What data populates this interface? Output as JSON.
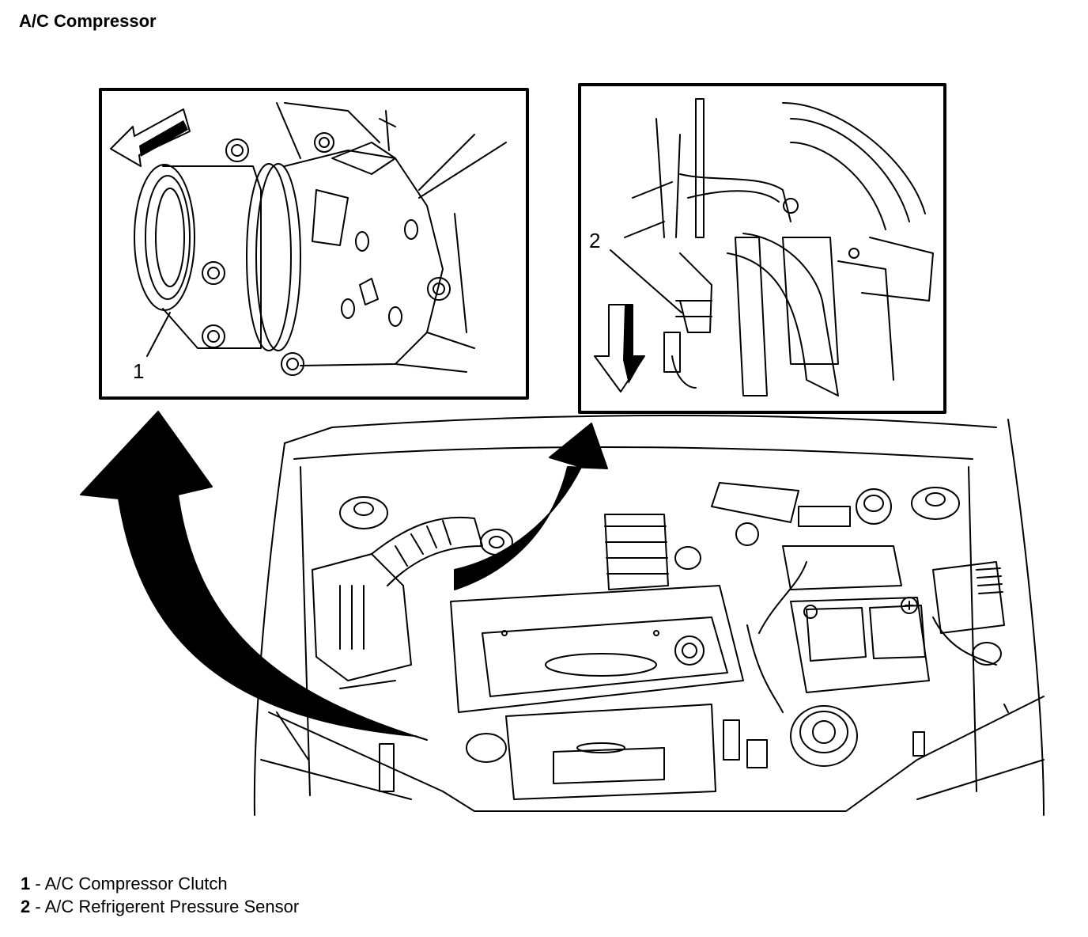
{
  "title": "A/C Compressor",
  "callouts": {
    "c1": "1",
    "c2": "2"
  },
  "legend": [
    {
      "num": "1",
      "sep": " - ",
      "text": "A/C Compressor Clutch"
    },
    {
      "num": "2",
      "sep": " - ",
      "text": "A/C Refrigerent Pressure Sensor"
    }
  ],
  "colors": {
    "ink": "#000000",
    "paper": "#ffffff"
  }
}
